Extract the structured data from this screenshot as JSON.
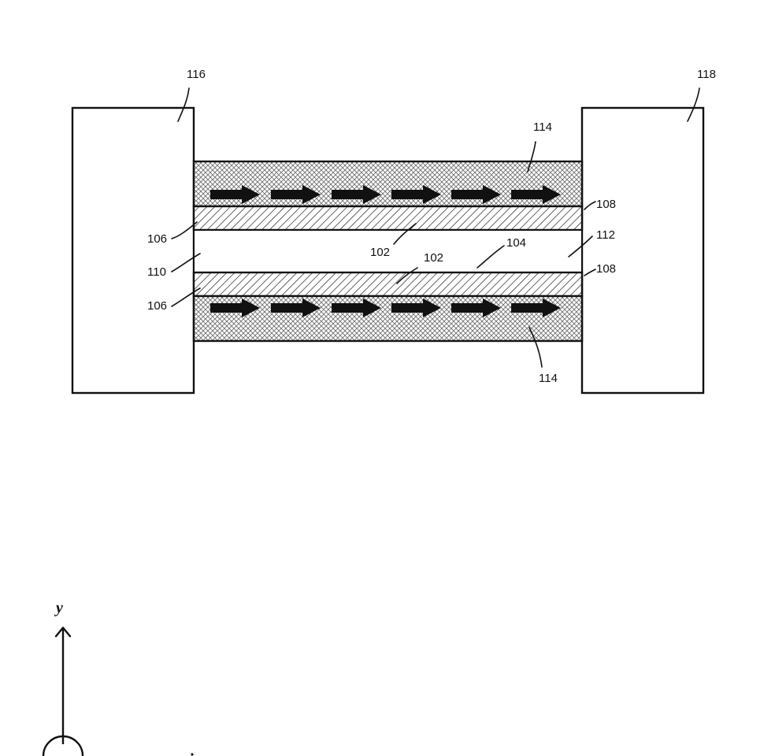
{
  "figure": {
    "labels": {
      "electrode_left": "116",
      "electrode_right": "118",
      "outer_layer_top": "114",
      "outer_layer_bottom": "114",
      "barrier_top_right": "108",
      "barrier_bottom_right": "108",
      "barrier_top_left": "106",
      "barrier_bottom_left": "106",
      "channel_top_inner": "102",
      "channel_bottom_inner": "102",
      "gap": "104",
      "left_region": "110",
      "right_region": "112"
    },
    "axis": {
      "y_label": "y"
    },
    "colors": {
      "stroke": "#111111",
      "stipple": "#8a8a8a",
      "background": "#ffffff"
    },
    "icons": {
      "flow_arrow": "right-arrow-icon",
      "out_of_page": "circle-axis-icon"
    }
  }
}
